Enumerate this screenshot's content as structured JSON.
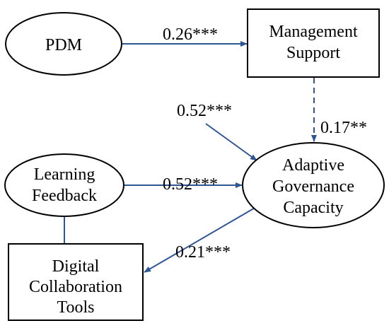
{
  "colors": {
    "edge": "#2f5597",
    "node_stroke": "#000000",
    "background": "#ffffff"
  },
  "nodes": {
    "pdm": {
      "shape": "ellipse",
      "lines": [
        "PDM"
      ]
    },
    "management_support": {
      "shape": "rectangle",
      "lines": [
        "Management",
        "Support"
      ]
    },
    "learning_feedback": {
      "shape": "ellipse",
      "lines": [
        "Learning",
        "Feedback"
      ]
    },
    "adaptive_governance_capacity": {
      "shape": "ellipse",
      "lines": [
        "Adaptive",
        "Governance",
        "Capacity"
      ]
    },
    "digital_collaboration_tools": {
      "shape": "rectangle",
      "lines": [
        "Digital",
        "Collaboration",
        "Tools"
      ]
    }
  },
  "edges": {
    "pdm_to_management": {
      "from": "PDM",
      "to": "Management Support",
      "label": "0.26***",
      "style": "solid",
      "arrow": true
    },
    "management_to_agc": {
      "from": "Management Support",
      "to": "Adaptive Governance Capacity",
      "label": "0.17**",
      "style": "dashed",
      "arrow": true
    },
    "external_to_agc": {
      "from": "",
      "to": "Adaptive Governance Capacity",
      "label": "0.52***",
      "style": "solid",
      "arrow": true
    },
    "feedback_to_agc": {
      "from": "Learning Feedback",
      "to": "Adaptive Governance Capacity",
      "label": "0.52***",
      "style": "solid",
      "arrow": true
    },
    "agc_to_digital": {
      "from": "Adaptive Governance Capacity",
      "to": "Digital Collaboration Tools",
      "label": "0.21***",
      "style": "solid",
      "arrow": true
    },
    "feedback_digital_link": {
      "from": "Learning Feedback",
      "to": "Digital Collaboration Tools",
      "label": "",
      "style": "solid",
      "arrow": false
    }
  }
}
